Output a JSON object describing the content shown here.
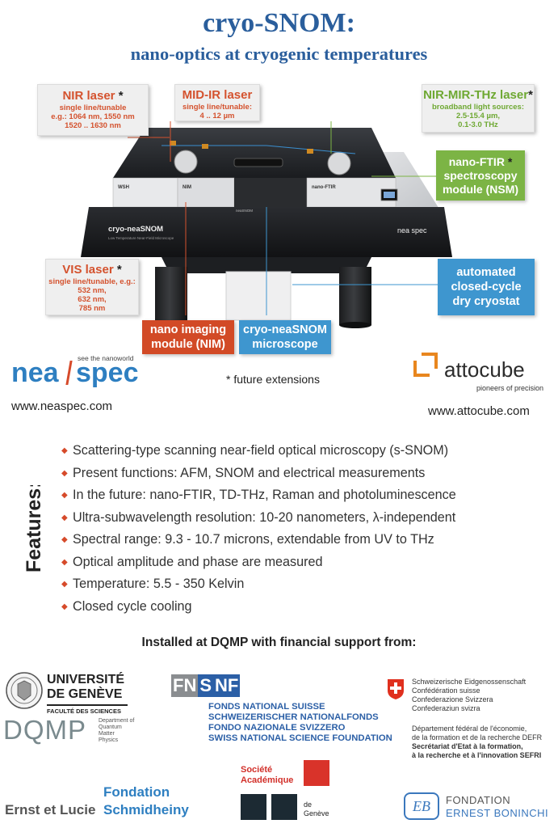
{
  "header": {
    "title": "cryo-SNOM:",
    "subtitle": "nano-optics at cryogenic temperatures"
  },
  "instrument": {
    "label_main": "cryo-neaSNOM",
    "label_sub": "Low Temperature Near-Field Microscope",
    "module_nsm": "nano-FTIR",
    "module_nim": "NIM",
    "module_wsh": "WSH",
    "brand": "nea spec",
    "brand_left": "nea",
    "brand_right": "spec",
    "tag_center": "neaSNOM"
  },
  "callouts": {
    "nir": {
      "title": "NIR laser",
      "star": "*",
      "lines": [
        "single line/tunable",
        "e.g.: 1064 nm, 1550 nm",
        "1520 .. 1630 nm"
      ]
    },
    "midir": {
      "title": "MID-IR laser",
      "lines": [
        "single line/tunable:",
        "4 .. 12 µm"
      ]
    },
    "thz": {
      "title": "NIR-MIR-THz laser",
      "star": "*",
      "lines": [
        "broadband light sources:",
        "2.5-15.4 µm,",
        "0.1-3.0 THz"
      ]
    },
    "ftir": {
      "title": "nano-FTIR",
      "star": "*",
      "lines": [
        "spectroscopy",
        "module (NSM)"
      ]
    },
    "vis": {
      "title": "VIS laser",
      "star": "*",
      "lines": [
        "single line/tunable, e.g.:",
        "532 nm,",
        "632 nm,",
        "785 nm"
      ]
    },
    "cryostat": {
      "lines": [
        "automated",
        "closed-cycle",
        "dry cryostat"
      ]
    },
    "nim": {
      "lines": [
        "nano imaging",
        "module (NIM)"
      ]
    },
    "microscope": {
      "lines": [
        "cryo-neaSNOM",
        "microscope"
      ]
    }
  },
  "logos": {
    "neaspec_tagline": "see the nanoworld",
    "neaspec_left": "nea",
    "neaspec_right": "spec",
    "neaspec_url": "www.neaspec.com",
    "future_note": "* future extensions",
    "attocube_name": "attocube",
    "attocube_tagline": "pioneers of precision",
    "attocube_url": "www.attocube.com"
  },
  "features": {
    "label": "Features:",
    "items": [
      "Scattering-type scanning near-field optical microscopy (s-SNOM)",
      "Present functions: AFM, SNOM and electrical measurements",
      "In the future: nano-FTIR, TD-THz, Raman and photoluminescence",
      "Ultra-subwavelength resolution: 10-20 nanometers, λ-independent",
      "Spectral range: 9.3 - 10.7 microns, extendable from UV to THz",
      "Optical amplitude and phase are measured",
      "Temperature: 5.5 - 350 Kelvin",
      "Closed cycle cooling"
    ]
  },
  "support_heading": "Installed at DQMP with financial support from:",
  "sponsors": {
    "unige_line1": "UNIVERSITÉ",
    "unige_line2": "DE GENÈVE",
    "unige_faculty": "FACULTÉ DES SCIENCES",
    "dqmp": "DQMP",
    "dqmp_desc": [
      "Department of",
      "Quantum",
      "Matter",
      "Physics"
    ],
    "fn_logo_left": "FN",
    "fn_logo_s": "S",
    "fn_logo_right": "NF",
    "fn_lines": [
      "Fonds national suisse",
      "Schweizerischer Nationalfonds",
      "Fondo nazionale svizzero",
      "Swiss National Science Foundation"
    ],
    "swiss_names": [
      "Schweizerische Eidgenossenschaft",
      "Confédération suisse",
      "Confederazione Svizzera",
      "Confederaziun svizra"
    ],
    "swiss_dept": [
      "Département fédéral de l'économie,",
      "de la formation et de la recherche DEFR"
    ],
    "swiss_sefri": [
      "Secrétariat d'Etat à la formation,",
      "à la recherche et à l'innovation SEFRI"
    ],
    "schmidheiny_top": "Fondation",
    "schmidheiny_left": "Ernst et Lucie",
    "schmidheiny_right": "Schmidheiny",
    "sag_line1": "Société",
    "sag_line2": "Académique",
    "sag_de": "de",
    "sag_geneve": "Genève",
    "boninchi_mark": "EB",
    "boninchi_line1": "FONDATION",
    "boninchi_line2": "ERNEST BONINCHI"
  },
  "colors": {
    "title_blue": "#2a5e9c",
    "callout_red": "#d4522e",
    "callout_green": "#7cb445",
    "callout_blue": "#3e96cf",
    "bullet_red": "#d64a2a",
    "neaspec_blue": "#2e7fc1",
    "attocube_orange": "#e8861e"
  }
}
